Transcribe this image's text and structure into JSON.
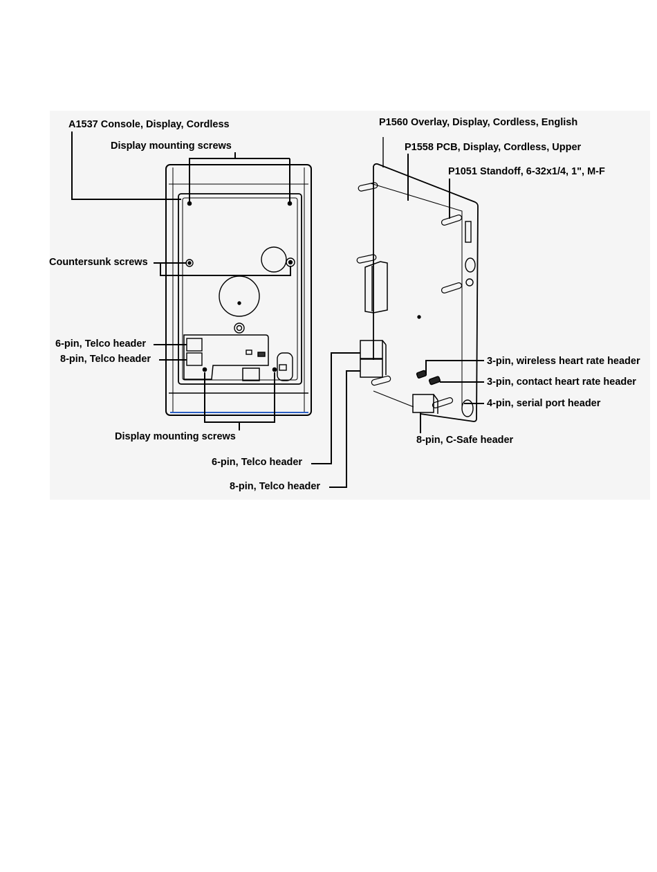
{
  "labels": {
    "console": "A1537 Console, Display, Cordless",
    "display_screws_top": "Display mounting screws",
    "countersunk": "Countersunk screws",
    "left_6pin": "6-pin, Telco header",
    "left_8pin": "8-pin, Telco header",
    "display_screws_bottom": "Display mounting screws",
    "right_6pin": "6-pin, Telco header",
    "right_8pin": "8-pin, Telco header",
    "overlay": "P1560 Overlay, Display, Cordless, English",
    "pcb": "P1558 PCB, Display, Cordless, Upper",
    "standoff": "P1051 Standoff, 6-32x1/4, 1\", M-F",
    "wireless_hr": "3-pin, wireless heart rate header",
    "contact_hr": "3-pin, contact heart rate header",
    "serial": "4-pin, serial port header",
    "csafe": "8-pin, C-Safe header"
  }
}
